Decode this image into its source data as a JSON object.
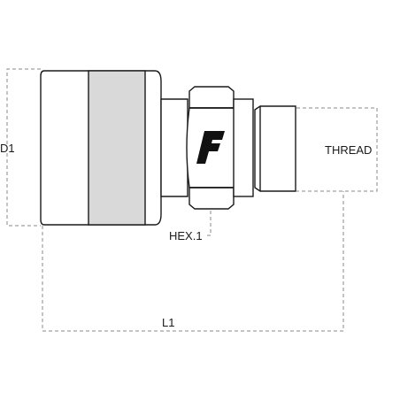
{
  "labels": {
    "d1": "D1",
    "thread": "THREAD",
    "hex": "HEX.1",
    "l1": "L1"
  },
  "brand_mark": "F",
  "colors": {
    "outline": "#1a1a1a",
    "dimension": "#8a8a8a",
    "band": "#d9d9d9",
    "logo": "#111111"
  }
}
